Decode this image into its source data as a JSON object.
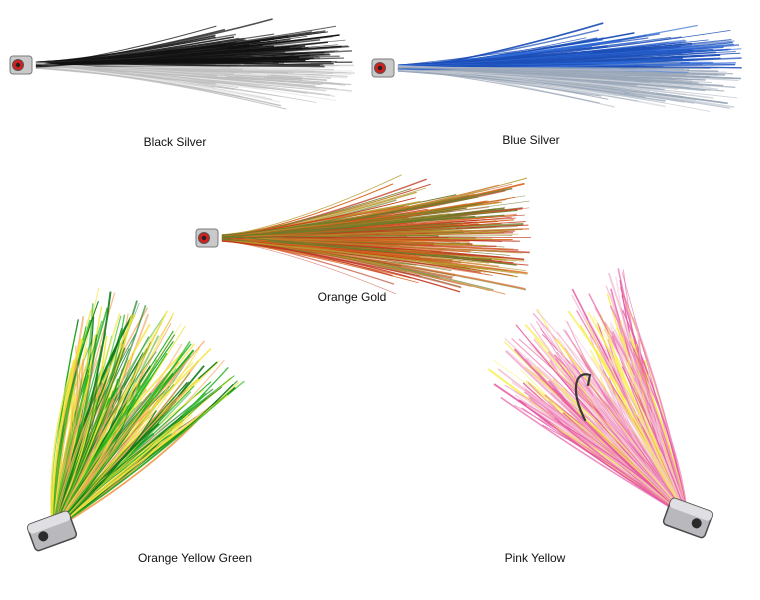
{
  "lures": [
    {
      "id": "black-silver",
      "name": "Black Silver",
      "colors": [
        "#111111",
        "#2a2a2a",
        "#bdbdbd",
        "#e8e8e8"
      ]
    },
    {
      "id": "blue-silver",
      "name": "Blue Silver",
      "colors": [
        "#1d4fb8",
        "#2f6ad6",
        "#9aa7b8",
        "#c9ced6"
      ]
    },
    {
      "id": "orange-gold",
      "name": "Orange Gold",
      "colors": [
        "#c0361e",
        "#d9631c",
        "#b79a2e",
        "#6f7a2a"
      ]
    },
    {
      "id": "orange-yellow-green",
      "name": "Orange Yellow Green",
      "colors": [
        "#0d7a16",
        "#23b51f",
        "#f4e43b",
        "#f2a25c"
      ]
    },
    {
      "id": "pink-yellow",
      "name": "Pink Yellow",
      "colors": [
        "#e65aa4",
        "#f08cc0",
        "#f7ee4a",
        "#f4c6d8"
      ]
    }
  ]
}
